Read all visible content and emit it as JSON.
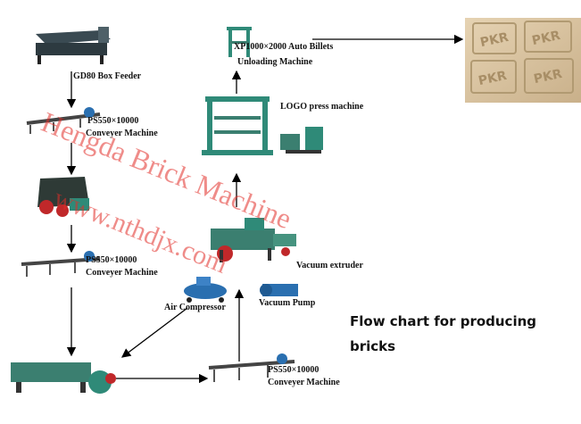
{
  "title": {
    "line1": "Flow chart for  producing",
    "line2": "bricks"
  },
  "watermark": {
    "line1": "Hengda Brick Machine",
    "line2": "www.nthdjx.com",
    "color": "#e12d28"
  },
  "machines": {
    "box_feeder": "GD80 Box Feeder",
    "conveyor_top": {
      "line1": "PS550×10000",
      "line2": "Conveyer Machine"
    },
    "conveyor_mid": {
      "line1": "PS550×10000",
      "line2": "Conveyer Machine"
    },
    "conveyor_bottom": {
      "line1": "PS550×10000",
      "line2": "Conveyer Machine"
    },
    "unloading": {
      "line1": "XP1000×2000 Auto Billets",
      "line2": "Unloading Machine"
    },
    "logo_press": "LOGO press machine",
    "vacuum_extruder": "Vacuum extruder",
    "air_compressor": "Air Compressor",
    "vacuum_pump": "Vacuum Pump"
  },
  "brick_photo": {
    "stamps": [
      "PKR",
      "PKR",
      "PKR",
      "PKR"
    ]
  },
  "colors": {
    "machine_green": "#2f8a78",
    "machine_red": "#c0282a",
    "machine_blue": "#2a6fb0",
    "brick_tan": "#d8c2a0"
  }
}
